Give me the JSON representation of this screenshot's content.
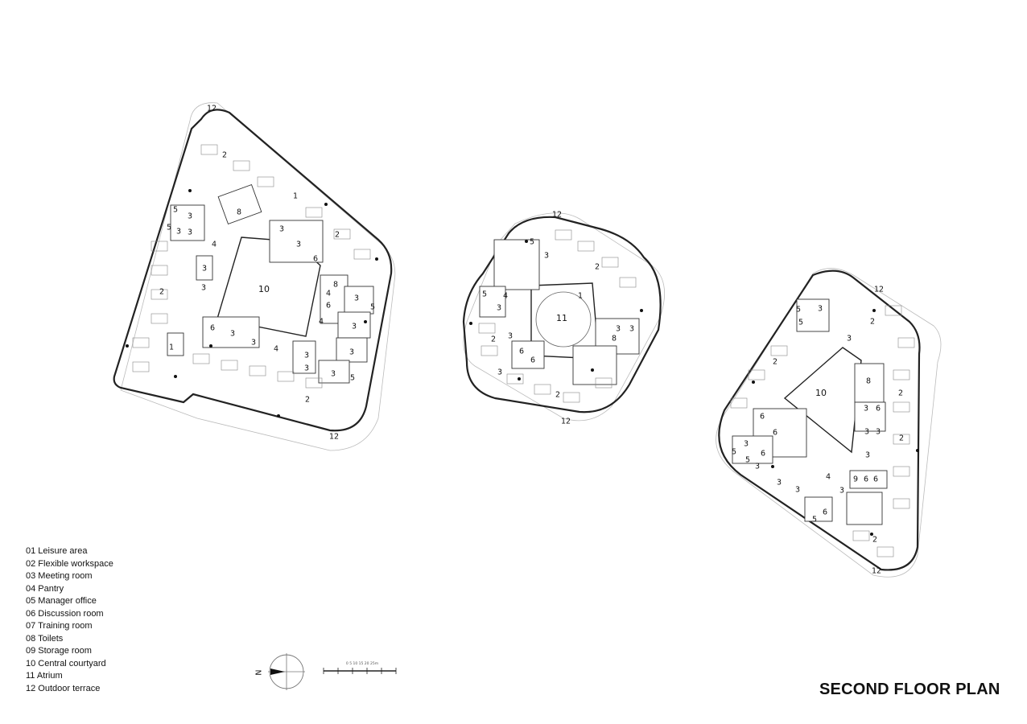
{
  "title": "SECOND FLOOR PLAN",
  "legend": [
    "01 Leisure area",
    "02 Flexible workspace",
    "03 Meeting room",
    "04 Pantry",
    "05 Manager office",
    "06 Discussion room",
    "07 Training room",
    "08 Toilets",
    "09 Storage room",
    "10 Central courtyard",
    "11 Atrium",
    "12 Outdoor terrace"
  ],
  "north_label": "N",
  "scale_label": "0 5 10 15 20 25m",
  "buildings": {
    "left": {
      "labels": [
        "12",
        "2",
        "1",
        "8",
        "5",
        "3",
        "3",
        "5",
        "3",
        "4",
        "3",
        "3",
        "3",
        "2",
        "6",
        "8",
        "4",
        "6",
        "5",
        "3",
        "10",
        "2",
        "3",
        "3",
        "3",
        "4",
        "6",
        "3",
        "3",
        "1",
        "3",
        "4",
        "3",
        "3",
        "5",
        "2",
        "12"
      ]
    },
    "center": {
      "labels": [
        "12",
        "5",
        "3",
        "2",
        "5",
        "4",
        "3",
        "1",
        "11",
        "3",
        "8",
        "3",
        "3",
        "2",
        "6",
        "6",
        "3",
        "2",
        "12"
      ]
    },
    "right": {
      "labels": [
        "12",
        "5",
        "3",
        "2",
        "5",
        "3",
        "2",
        "10",
        "8",
        "3",
        "6",
        "2",
        "3",
        "6",
        "3",
        "6",
        "5",
        "3",
        "6",
        "3",
        "2",
        "5",
        "3",
        "4",
        "3",
        "9",
        "6",
        "6",
        "3",
        "3",
        "5",
        "6",
        "2",
        "12"
      ]
    }
  }
}
